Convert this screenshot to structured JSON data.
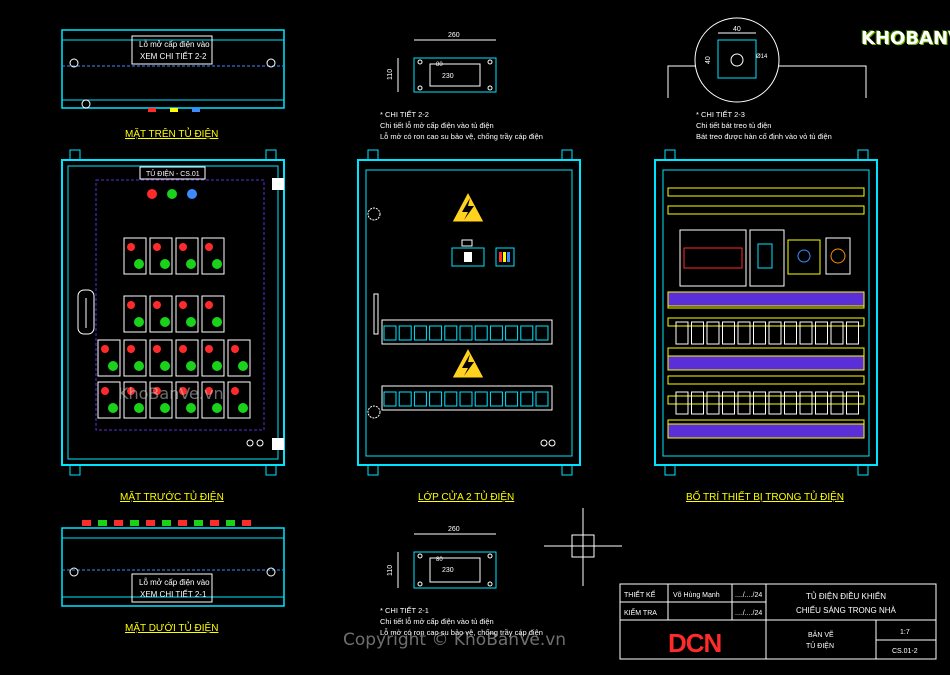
{
  "brand": {
    "logo_text": "KHOBANVE",
    "watermark_center": "KhoBanVe.vn",
    "watermark_bottom": "Copyright © KhoBanVe.vn"
  },
  "views": {
    "top": {
      "title": "MẶT TRÊN TỦ ĐIỆN",
      "note_line1": "Lỗ mở cấp điện vào",
      "note_line2": "XEM CHI TIẾT 2-2"
    },
    "front": {
      "title": "MẶT TRƯỚC TỦ ĐIỆN",
      "nameplate": "TỦ ĐIỆN - CS.01"
    },
    "bottom": {
      "title": "MẶT DƯỚI TỦ ĐIỆN",
      "note_line1": "Lỗ mở cấp điện vào",
      "note_line2": "XEM CHI TIẾT 2-1"
    },
    "door2": {
      "title": "LỚP CỬA 2 TỦ ĐIỆN"
    },
    "layout": {
      "title": "BỐ TRÍ THIẾT BỊ TRONG TỦ ĐIỆN"
    }
  },
  "details": {
    "d22": {
      "dim_w": "260",
      "dim_h": "110",
      "dim_inner": "230",
      "dim_inner_h": "80",
      "line1": "* CHI TIẾT 2-2",
      "line2": "Chi tiết lỗ mở cấp điện vào tủ điện",
      "line3": "Lỗ mở có ron cao su bảo vệ, chống trầy cáp điện"
    },
    "d23": {
      "dim_w": "40",
      "dim_h": "40",
      "dim_hole": "Ø14",
      "line1": "* CHI TIẾT 2-3",
      "line2": "Chi tiết bát treo tủ điện",
      "line3": "Bát treo được hàn cố định vào vỏ tủ điện"
    },
    "d21": {
      "dim_w": "260",
      "dim_h": "110",
      "dim_inner": "230",
      "dim_inner_h": "80",
      "line1": "* CHI TIẾT 2-1",
      "line2": "Chi tiết lỗ mở cấp điện vào tủ điện",
      "line3": "Lỗ mở có ron cao su bảo vệ, chống trầy cáp điện"
    }
  },
  "title_block": {
    "designer_label": "THIẾT KẾ",
    "designer_name": "Võ Hùng Mạnh",
    "designer_date": "..../..../24",
    "checker_label": "KIỂM TRA",
    "checker_date": "..../..../24",
    "company_logo": "DCN",
    "project_line1": "TỦ ĐIỆN ĐIỀU KHIỂN",
    "project_line2": "CHIẾU SÁNG TRONG NHÀ",
    "drawing_label1": "BẢN VẼ",
    "drawing_label2": "TỦ ĐIỆN",
    "scale": "1:7",
    "sheet": "CS.01-2"
  },
  "colors": {
    "cyan": "#00e5ff",
    "yellow": "#ffff00",
    "purple": "#5a2fd8",
    "red": "#ff2a2a",
    "green": "#19d219",
    "white": "#ffffff"
  }
}
